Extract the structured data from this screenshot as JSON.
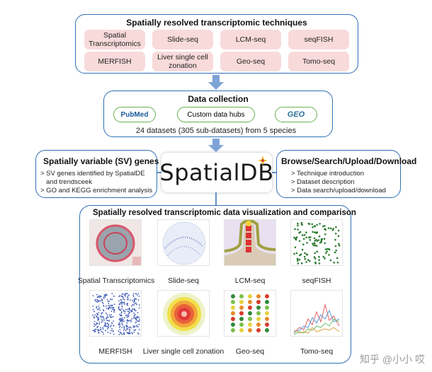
{
  "techniques": {
    "title": "Spatially resolved transcriptomic techniques",
    "items": [
      "Spatial Transcriptomics",
      "Slide-seq",
      "LCM-seq",
      "seqFISH",
      "MERFISH",
      "Liver single cell zonation",
      "Geo-seq",
      "Tomo-seq"
    ]
  },
  "collection": {
    "title": "Data collection",
    "pubmed": "PubMed",
    "custom": "Custom data hubs",
    "geo": "GEO",
    "summary": "24 datasets (305 sub-datasets) from 5 species"
  },
  "sv_genes": {
    "title": "Spatially variable (SV) genes",
    "lines": [
      "> SV genes identified by SpatialDE",
      "and trendsceek",
      "> GO and KEGG enrichment analysis"
    ]
  },
  "logo": {
    "text": "SpatialDB"
  },
  "browse": {
    "title": "Browse/Search/Upload/Download",
    "lines": [
      "> Technique introduction",
      "> Dataset description",
      "> Data search/upload/download"
    ]
  },
  "visualization": {
    "title": "Spatially resolved transcriptomic data visualization and comparison",
    "captions": [
      "Spatial Transcriptomics",
      "Slide-seq",
      "LCM-seq",
      "seqFISH",
      "MERFISH",
      "Liver single cell zonation",
      "Geo-seq",
      "Tomo-seq"
    ]
  },
  "watermark": {
    "text": "知乎 @小小 哎"
  },
  "colors": {
    "border": "#2f6fb5",
    "pill": "#f8dada",
    "arrow": "#7fa3d6",
    "oval": "#6ab04c"
  }
}
